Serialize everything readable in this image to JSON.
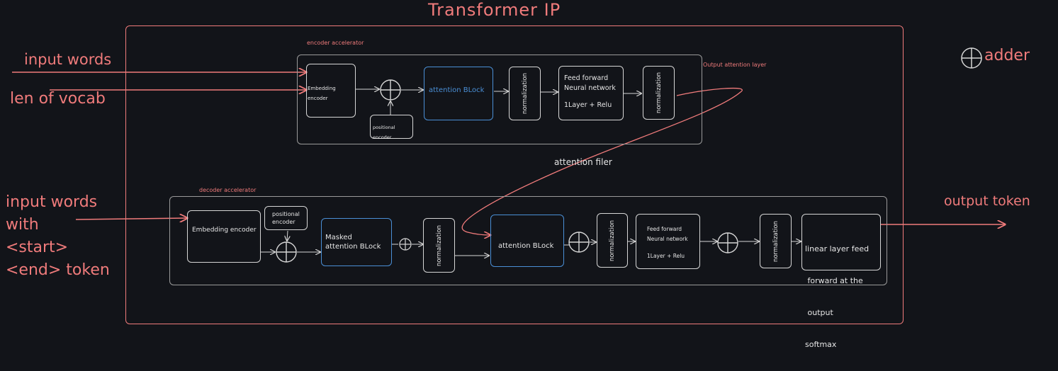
{
  "title": "Transformer IP",
  "legend": {
    "adder_label": "adder"
  },
  "inputs": {
    "words": "input words",
    "vocab": "len of vocab",
    "decoder_input": [
      "input words",
      "with",
      "<start>",
      "<end> token"
    ]
  },
  "output": "output token",
  "attention_filter": "attention filer",
  "encoder": {
    "title": "encoder accelerator",
    "output_label": "Output attention layer",
    "embedding": "Embedding encoder",
    "positional": "positional encoder",
    "attention": "attention BLock",
    "norm1": "normalization",
    "ffn": [
      "Feed forward",
      "Neural network",
      "",
      "1Layer + Relu"
    ],
    "norm2": "normalization"
  },
  "decoder": {
    "title": "decoder accelerator",
    "embedding": "Embedding encoder",
    "positional": [
      "positional",
      "encoder"
    ],
    "masked": [
      "Masked",
      "attention BLock"
    ],
    "norm1": "normalization",
    "attention": "attention BLock",
    "norm2": "normalization",
    "ffn": [
      "Feed forward",
      "Neural network",
      "",
      "1Layer + Relu"
    ],
    "norm3": "normalization",
    "linear": [
      "linear layer feed",
      " forward at the",
      " output",
      "softmax"
    ]
  },
  "colors": {
    "accent": "#f07b7b",
    "blue": "#4a8fd6",
    "line": "#d6d6d6",
    "bg": "#121419"
  }
}
